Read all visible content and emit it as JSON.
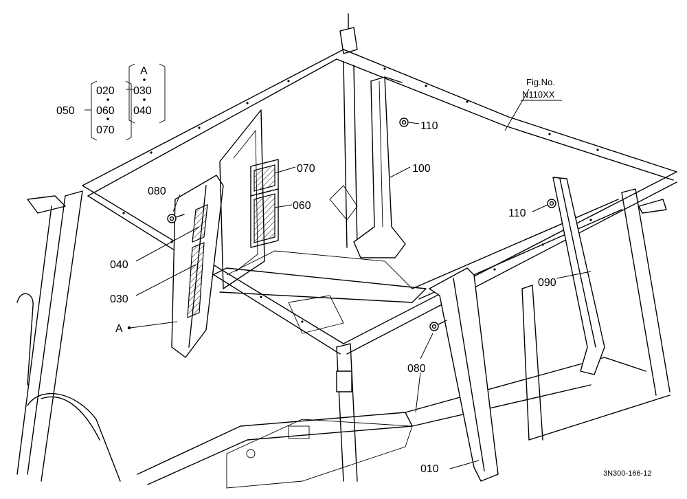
{
  "figure": {
    "fig_no_label": "Fig.No.",
    "fig_no": "N110XX",
    "drawing_code": "3N300-166-12"
  },
  "kit_legend": {
    "parent": "050",
    "items": [
      "020",
      "060",
      "070"
    ],
    "ref": "A",
    "sub_items": [
      "030",
      "040"
    ]
  },
  "callouts": {
    "c010": "010",
    "c030": "030",
    "c040": "040",
    "c060": "060",
    "c070": "070",
    "c080_top": "080",
    "c080_bottom": "080",
    "c090": "090",
    "c100": "100",
    "c110_top": "110",
    "c110_right": "110",
    "ref_a": "A"
  }
}
